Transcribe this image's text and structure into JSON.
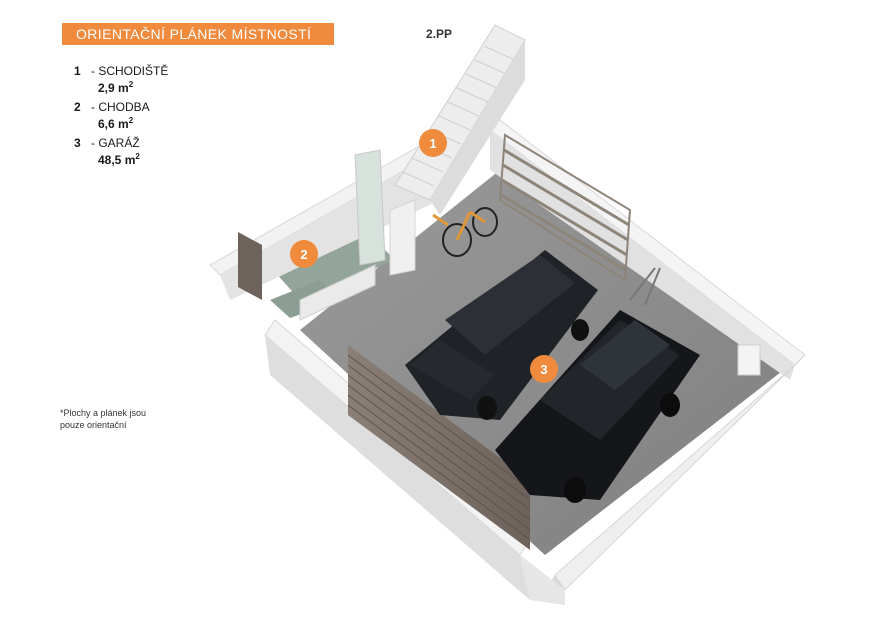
{
  "header": {
    "title": "ORIENTAČNÍ PLÁNEK MÍSTNOSTÍ"
  },
  "floor": {
    "label": "2.PP"
  },
  "legend": [
    {
      "number": "1",
      "name": "- SCHODIŠTĚ",
      "area": "2,9 m",
      "unit_exp": "2"
    },
    {
      "number": "2",
      "name": "- CHODBA",
      "area": "6,6 m",
      "unit_exp": "2"
    },
    {
      "number": "3",
      "name": "- GARÁŽ",
      "area": "48,5 m",
      "unit_exp": "2"
    }
  ],
  "note": {
    "line1": "*Plochy  a plánek jsou",
    "line2": "pouze orientační"
  },
  "markers": [
    "1",
    "2",
    "3"
  ],
  "colors": {
    "accent": "#f08a3c",
    "floor": "#8a8a8a",
    "wall": "#e8e8e8",
    "door": "#7a6e66",
    "car": "#1f2226"
  }
}
